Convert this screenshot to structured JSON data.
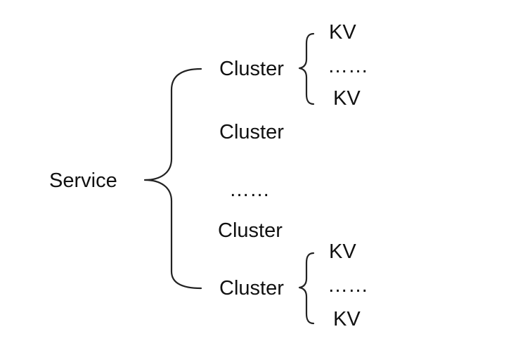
{
  "root": {
    "label": "Service"
  },
  "clusters": [
    {
      "label": "Cluster",
      "children": [
        {
          "label": "KV"
        },
        {
          "label": "……"
        },
        {
          "label": "KV"
        }
      ]
    },
    {
      "label": "Cluster"
    },
    {
      "label": "……"
    },
    {
      "label": "Cluster"
    },
    {
      "label": "Cluster",
      "children": [
        {
          "label": "KV"
        },
        {
          "label": "……"
        },
        {
          "label": "KV"
        }
      ]
    }
  ],
  "colors": {
    "line": "#222222",
    "text": "#111111",
    "background": "#ffffff"
  }
}
